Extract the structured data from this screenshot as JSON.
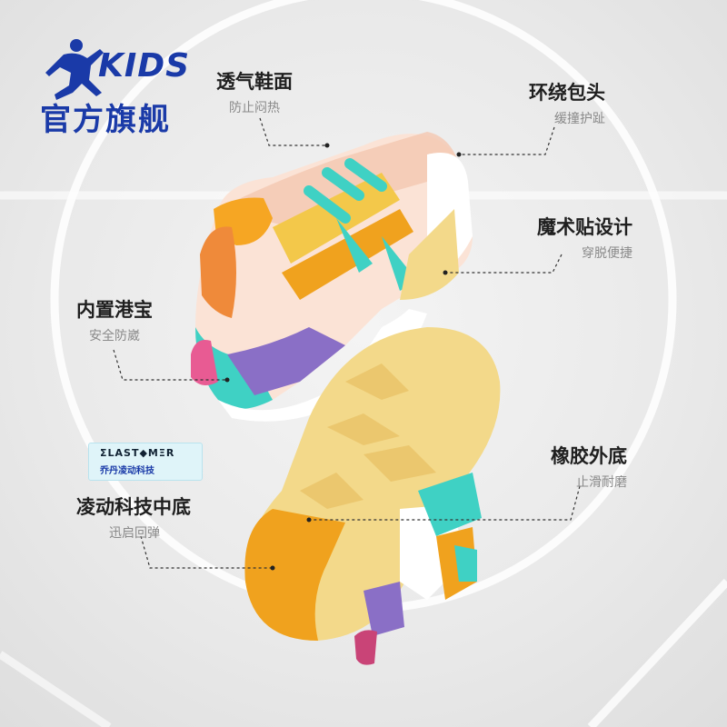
{
  "brand": {
    "kids": "KIDS",
    "flagship": "官方旗舰"
  },
  "features": {
    "upper": {
      "title": "透气鞋面",
      "sub": "防止闷热"
    },
    "toe": {
      "title": "环绕包头",
      "sub": "缓撞护趾"
    },
    "velcro": {
      "title": "魔术贴设计",
      "sub": "穿脱便捷"
    },
    "collar": {
      "title": "内置港宝",
      "sub": "安全防崴"
    },
    "outsole": {
      "title": "橡胶外底",
      "sub": "止滑耐磨"
    },
    "midsole": {
      "title": "凌动科技中底",
      "sub": "迅启回弹"
    }
  },
  "badge": {
    "line1": "ΣLAST◆MΞR",
    "line2": "乔丹凌动科技"
  },
  "colors": {
    "brand_blue": "#1a3aa8",
    "orange": "#f0a21e",
    "yellow": "#f3d98a",
    "teal": "#3fd1c4",
    "purple": "#8a6fc6",
    "pink": "#e85b93"
  }
}
